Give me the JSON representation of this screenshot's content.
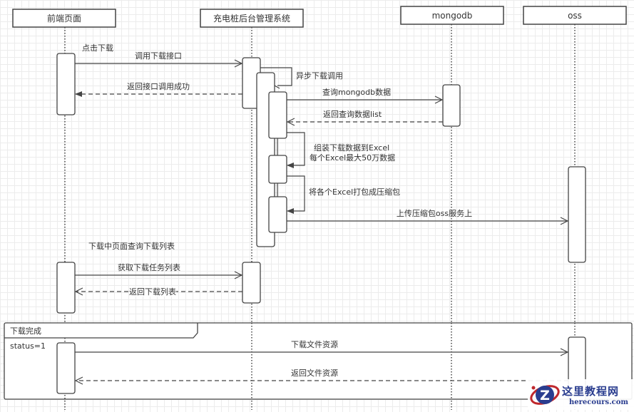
{
  "participants": [
    {
      "id": "frontend",
      "label": "前端页面"
    },
    {
      "id": "backend",
      "label": "充电桩后台管理系统"
    },
    {
      "id": "mongodb",
      "label": "mongodb"
    },
    {
      "id": "oss",
      "label": "oss"
    }
  ],
  "notes": {
    "click_download": "点击下载",
    "list_query": "下载中页面查询下载列表"
  },
  "messages": {
    "call_download_api": "调用下载接口",
    "return_api_success": "返回接口调用成功",
    "async_download_call": "异步下载调用",
    "query_mongodb": "查询mongodb数据",
    "return_query_list": "返回查询数据list",
    "assemble_excel_line1": "组装下载数据到Excel",
    "assemble_excel_line2": "每个Excel最大50万数据",
    "pack_excel": "将各个Excel打包成压缩包",
    "upload_oss": "上传压缩包oss服务上",
    "get_task_list": "获取下载任务列表",
    "return_download_list": "返回下载列表",
    "download_file": "下载文件资源",
    "return_file": "返回文件资源"
  },
  "fragment": {
    "title": "下载完成",
    "guard": "status=1"
  },
  "watermark": {
    "cn": "这里教程网",
    "en": "herecours.com"
  },
  "colors": {
    "line": "#444444",
    "text": "#333333",
    "watermark_blue": "#2a3d8f",
    "watermark_red": "#c0282d"
  }
}
